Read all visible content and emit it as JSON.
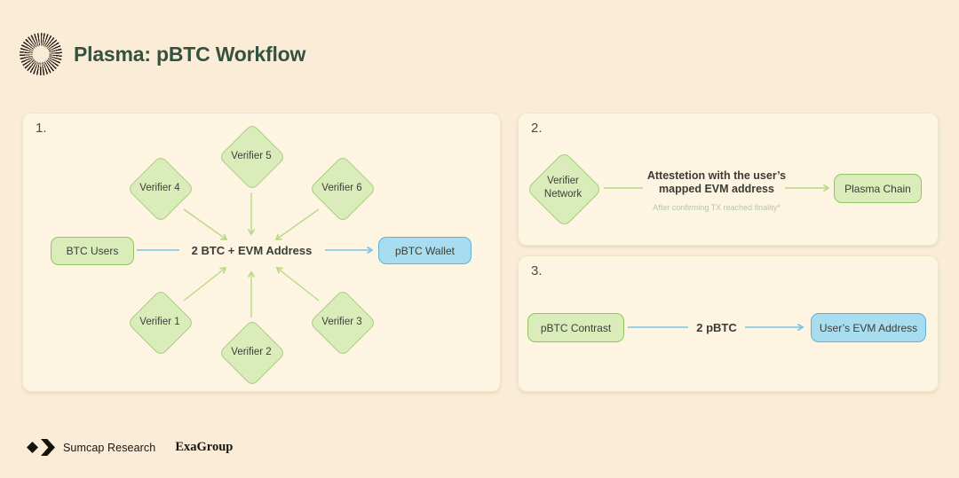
{
  "header": {
    "title": "Plasma: pBTC Workflow"
  },
  "panel1": {
    "number": "1.",
    "verifiers": [
      "Verifier 1",
      "Verifier 2",
      "Verifier 3",
      "Verifier 4",
      "Verifier 5",
      "Verifier 6"
    ],
    "source_label": "BTC Users",
    "center_label": "2 BTC + EVM Address",
    "target_label": "pBTC Wallet"
  },
  "panel2": {
    "number": "2.",
    "diamond_label": "Verifier Network",
    "arrow_label_line1": "Attestetion with the user’s",
    "arrow_label_line2": "mapped EVM address",
    "arrow_note": "After confirming TX reached finality*",
    "target_label": "Plasma Chain"
  },
  "panel3": {
    "number": "3.",
    "source_label": "pBTC Contrast",
    "arrow_label": "2 pBTC",
    "target_label": "User’s EVM Address"
  },
  "footer": {
    "brand_primary": "Sumcap Research",
    "brand_secondary": "ExaGroup"
  },
  "icons": {
    "logo": "spiral-sunburst-icon",
    "footer_mark_1": "black-diamond-icon",
    "footer_mark_2": "black-chevron-right-icon"
  },
  "colors": {
    "background": "#fbecd8",
    "panel_bg": "#fdf4e2",
    "panel_border": "#e6ebc6",
    "green_fill": "#d9ecba",
    "green_border": "#92c560",
    "green_arrow": "#b7d987",
    "blue_fill": "#a8dcef",
    "blue_border": "#5bb3d8",
    "blue_arrow": "#79c4e6",
    "title_text": "#34523f",
    "body_text": "#3f4038",
    "note_text": "#b5c6ab"
  }
}
